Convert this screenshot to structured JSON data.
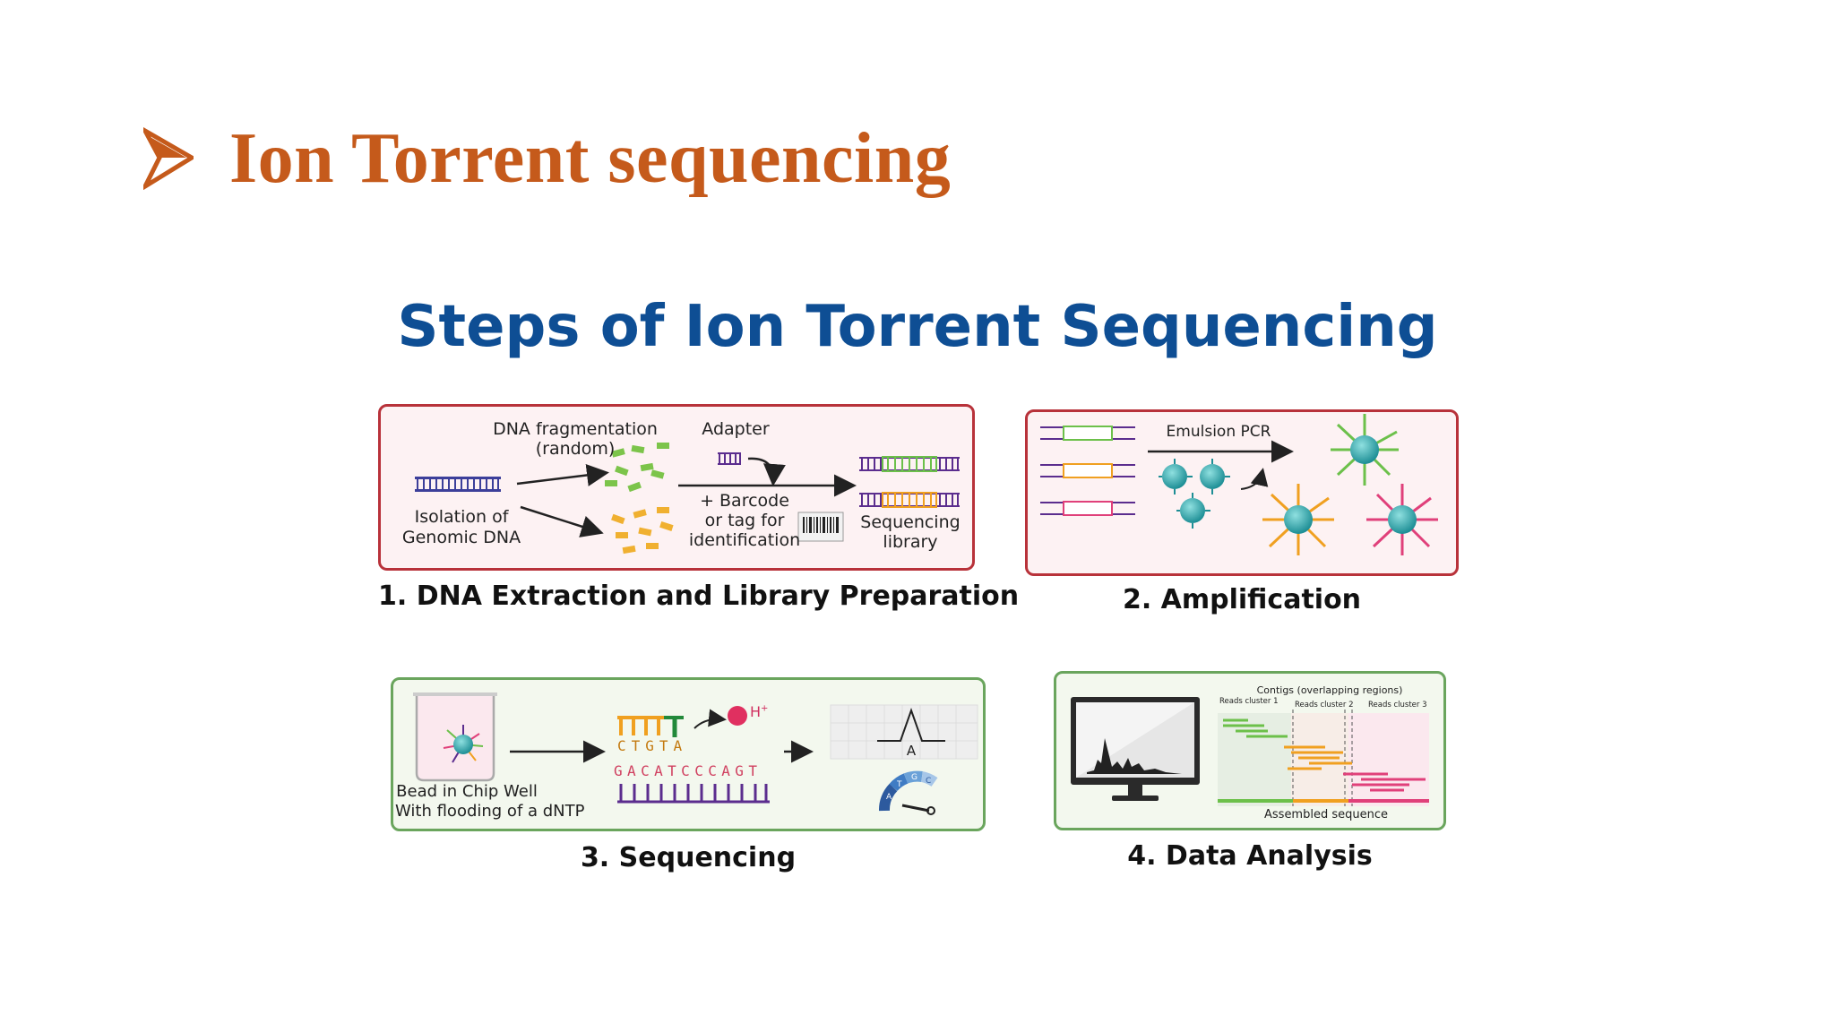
{
  "slide": {
    "title": "Ion Torrent sequencing"
  },
  "diagram": {
    "title": "Steps of Ion Torrent Sequencing",
    "steps": [
      {
        "caption": "1. DNA Extraction and Library Preparation",
        "labels": {
          "fragmentation_line1": "DNA fragmentation",
          "fragmentation_line2": "(random)",
          "adapter": "Adapter",
          "isolation_line1": "Isolation of",
          "isolation_line2": "Genomic DNA",
          "barcode_line1": "+ Barcode",
          "barcode_line2": "or tag for",
          "barcode_line3": "identification",
          "library_line1": "Sequencing",
          "library_line2": "library"
        }
      },
      {
        "caption": "2. Amplification",
        "labels": {
          "emulsion": "Emulsion PCR"
        }
      },
      {
        "caption": "3. Sequencing",
        "labels": {
          "bead_line1": "Bead in Chip Well",
          "bead_line2": "With flooding of a dNTP",
          "strand_top": "CTGTA",
          "strand_bottom": "GACATCCCAGT",
          "proton": "H",
          "proton_sup": "+",
          "peak_base": "A",
          "gauge_a": "A",
          "gauge_t": "T",
          "gauge_g": "G",
          "gauge_c": "C"
        }
      },
      {
        "caption": "4. Data Analysis",
        "labels": {
          "contigs": "Contigs (overlapping regions)",
          "cluster1": "Reads cluster 1",
          "cluster2": "Reads cluster 2",
          "cluster3": "Reads cluster 3",
          "assembled": "Assembled sequence"
        }
      }
    ]
  },
  "colors": {
    "title_orange": "#c55a1b",
    "diagram_blue": "#0e4e94",
    "panel_red_border": "#b8323a",
    "panel_green_border": "#6aa55d",
    "bead_teal": "#2aa6ad",
    "strand_purple": "#5b2d8e",
    "strand_green": "#6cc04a",
    "strand_orange": "#f0a020",
    "strand_pink": "#e0407a"
  },
  "icons": {
    "bullet": "arrowhead-bullet-icon",
    "barcode": "barcode-icon",
    "monitor": "monitor-icon",
    "gauge": "gauge-icon"
  }
}
